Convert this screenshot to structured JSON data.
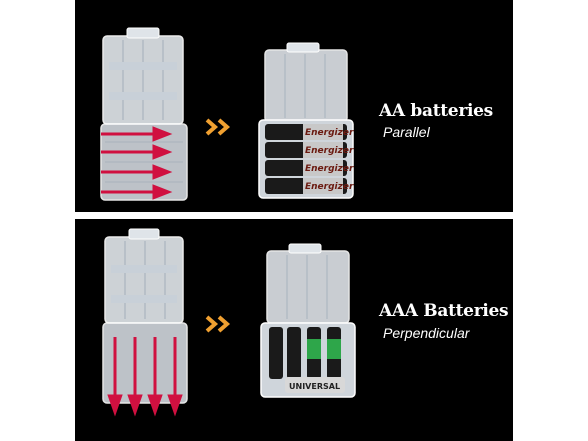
{
  "sections": [
    {
      "title": "AA batteries",
      "subtitle": "Parallel",
      "battery_brand": "Energizer"
    },
    {
      "title": "AAA Batteries",
      "subtitle": "Perpendicular",
      "battery_brand": "UNIVERSAL"
    }
  ],
  "colors": {
    "background": "#000000",
    "arrow_red": "#d01040",
    "chevron_orange": "#f0a030",
    "case_clear": "#e8ecf0"
  }
}
